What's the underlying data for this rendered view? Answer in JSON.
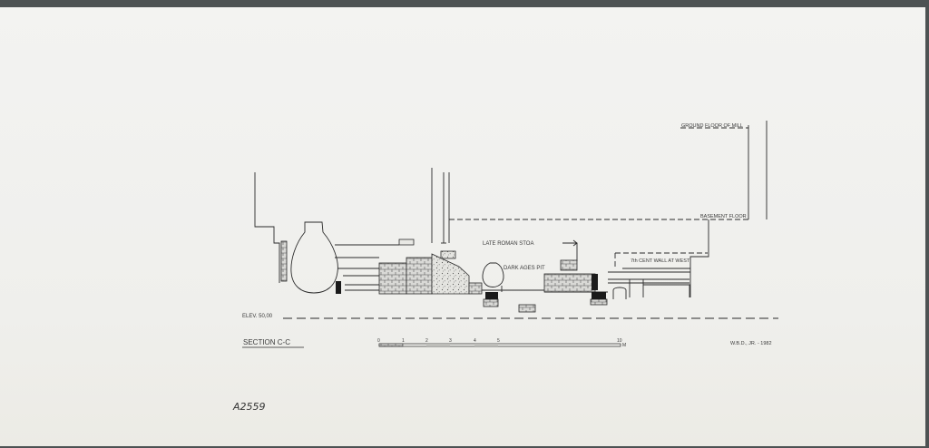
{
  "labels": {
    "ground_floor": "GROUND FLOOR OF MILL",
    "basement_floor": "BASEMENT FLOOR",
    "late_roman_stoa": "LATE ROMAN STOA",
    "dark_ages_pit": "DARK AGES PIT",
    "cent_wall": "7th CENT WALL AT WEST",
    "elevation": "ELEV. 50,00",
    "section_title": "SECTION C-C",
    "author": "W.B.D., JR. - 1982",
    "catalog": "A2559"
  },
  "scale_bar": {
    "ticks": [
      "0",
      "1",
      "2",
      "3",
      "4",
      "5",
      "10"
    ],
    "unit": "M"
  },
  "colors": {
    "ink": "#2a2a2a",
    "paper": "#f1f1ef",
    "frame": "#4d5253"
  }
}
